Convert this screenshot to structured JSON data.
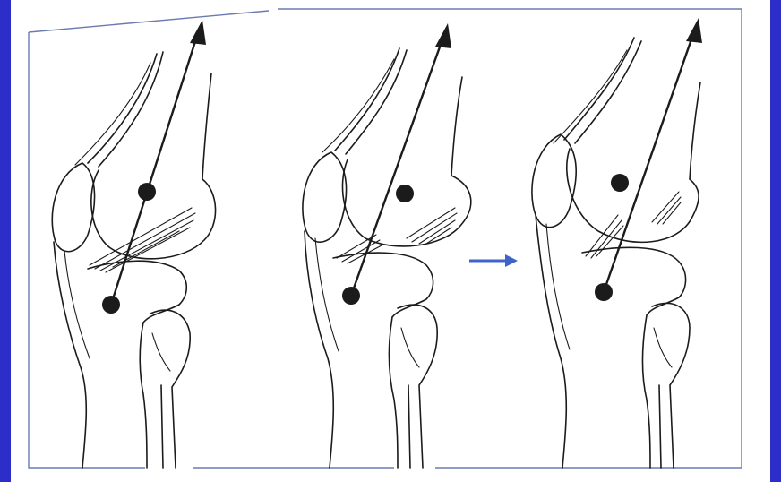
{
  "slide": {
    "background_color": "#2d2ec9",
    "panel_color": "#ffffff",
    "frame_color": "#6b7bb0",
    "ink_color": "#1b1b1b",
    "transition_arrow_color": "#3f63c9"
  },
  "figure": {
    "panels": [
      {
        "name": "knee-sketch-1",
        "icon": "knee-lateral-view"
      },
      {
        "name": "knee-sketch-2",
        "icon": "knee-lateral-view"
      },
      {
        "name": "knee-sketch-3",
        "icon": "knee-lateral-view"
      }
    ],
    "transition_icon": "right-arrow-icon"
  }
}
